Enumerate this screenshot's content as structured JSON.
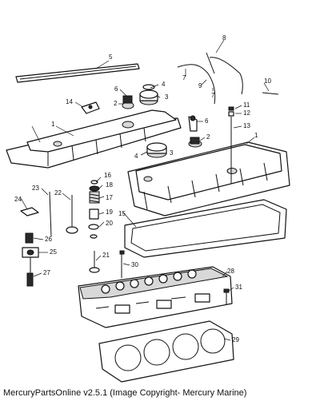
{
  "callouts": {
    "c1a": "1",
    "c1b": "1",
    "c2a": "2",
    "c2b": "2",
    "c3a": "3",
    "c3b": "3",
    "c4a": "4",
    "c4b": "4",
    "c5": "5",
    "c6a": "6",
    "c6b": "6",
    "c7a": "7",
    "c7b": "7",
    "c8": "8",
    "c9": "9",
    "c10": "10",
    "c11": "11",
    "c12": "12",
    "c13": "13",
    "c14": "14",
    "c15": "15",
    "c16": "16",
    "c17": "17",
    "c18": "18",
    "c19": "19",
    "c20": "20",
    "c21": "21",
    "c22": "22",
    "c23": "23",
    "c24": "24",
    "c25": "25",
    "c26": "26",
    "c27": "27",
    "c28": "28",
    "c29": "29",
    "c30": "30",
    "c31": "31"
  },
  "footer": {
    "text": "MercuryPartsOnline v2.5.1 (Image Copyright- Mercury Marine)"
  }
}
